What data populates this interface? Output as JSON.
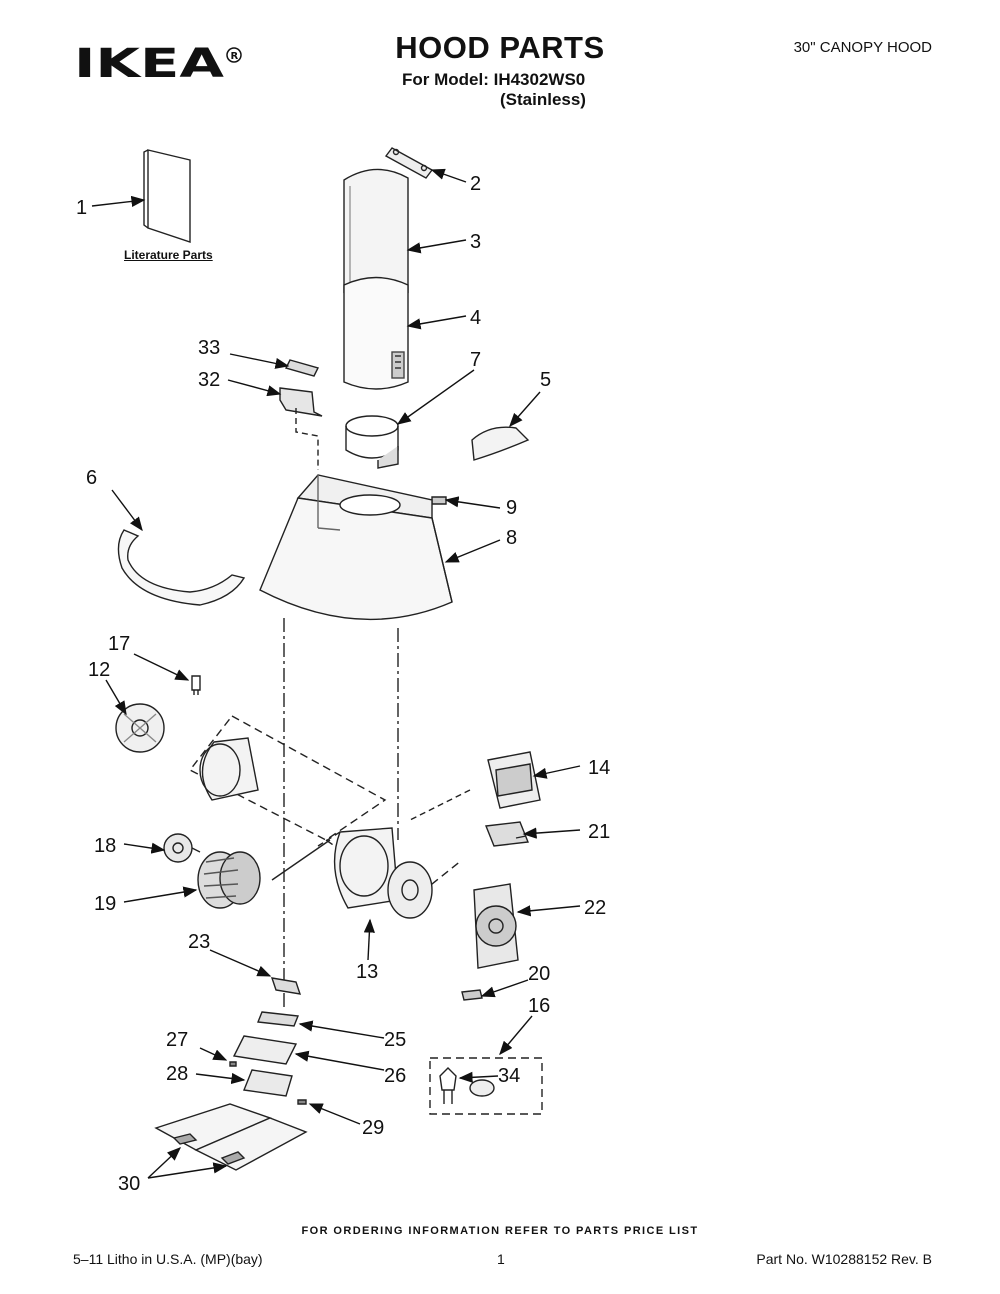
{
  "header": {
    "brand": "IKEA",
    "title": "HOOD PARTS",
    "model_line": "For Model: IH4302WS0",
    "variant": "(Stainless)",
    "product_type": "30\" CANOPY HOOD"
  },
  "diagram": {
    "literature_label": "Literature Parts",
    "callouts": [
      "1",
      "2",
      "3",
      "4",
      "5",
      "6",
      "7",
      "8",
      "9",
      "12",
      "13",
      "14",
      "16",
      "17",
      "18",
      "19",
      "20",
      "21",
      "22",
      "23",
      "25",
      "26",
      "27",
      "28",
      "29",
      "30",
      "32",
      "33",
      "34"
    ]
  },
  "footer": {
    "ordering_note": "FOR ORDERING INFORMATION REFER TO PARTS PRICE LIST",
    "litho": "5–11 Litho in U.S.A. (MP)(bay)",
    "page_number": "1",
    "part_number": "Part No. W10288152 Rev. B"
  }
}
